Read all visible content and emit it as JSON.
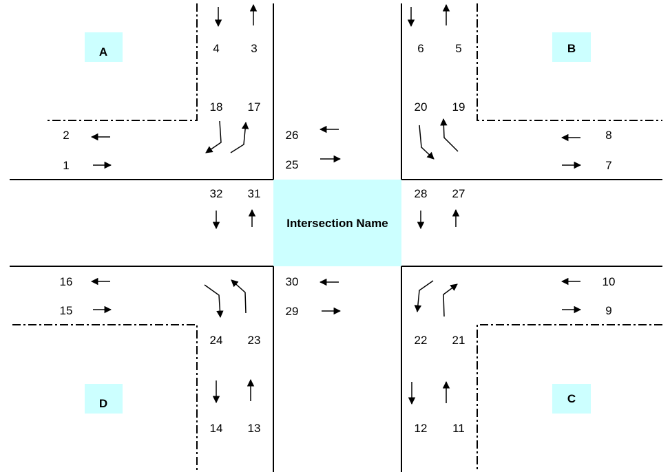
{
  "center": {
    "label": "Intersection Name",
    "fill": "#ccffff"
  },
  "corners": {
    "a": "A",
    "b": "B",
    "c": "C",
    "d": "D",
    "fill": "#ccffff"
  },
  "movements": {
    "m1": "1",
    "m2": "2",
    "m3": "3",
    "m4": "4",
    "m5": "5",
    "m6": "6",
    "m7": "7",
    "m8": "8",
    "m9": "9",
    "m10": "10",
    "m11": "11",
    "m12": "12",
    "m13": "13",
    "m14": "14",
    "m15": "15",
    "m16": "16",
    "m17": "17",
    "m18": "18",
    "m19": "19",
    "m20": "20",
    "m21": "21",
    "m22": "22",
    "m23": "23",
    "m24": "24",
    "m25": "25",
    "m26": "26",
    "m27": "27",
    "m28": "28",
    "m29": "29",
    "m30": "30",
    "m31": "31",
    "m32": "32"
  }
}
